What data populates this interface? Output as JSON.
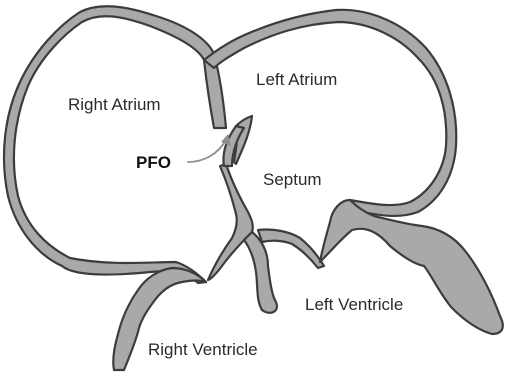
{
  "labels": {
    "right_atrium": "Right Atrium",
    "left_atrium": "Left Atrium",
    "pfo": "PFO",
    "septum": "Septum",
    "left_ventricle": "Left Ventricle",
    "right_ventricle": "Right Ventricle"
  },
  "colors": {
    "wall_fill": "#a9a9a9",
    "wall_stroke": "#3c3c3c",
    "arrow": "#8e8e8e",
    "text": "#2b2b2b"
  }
}
